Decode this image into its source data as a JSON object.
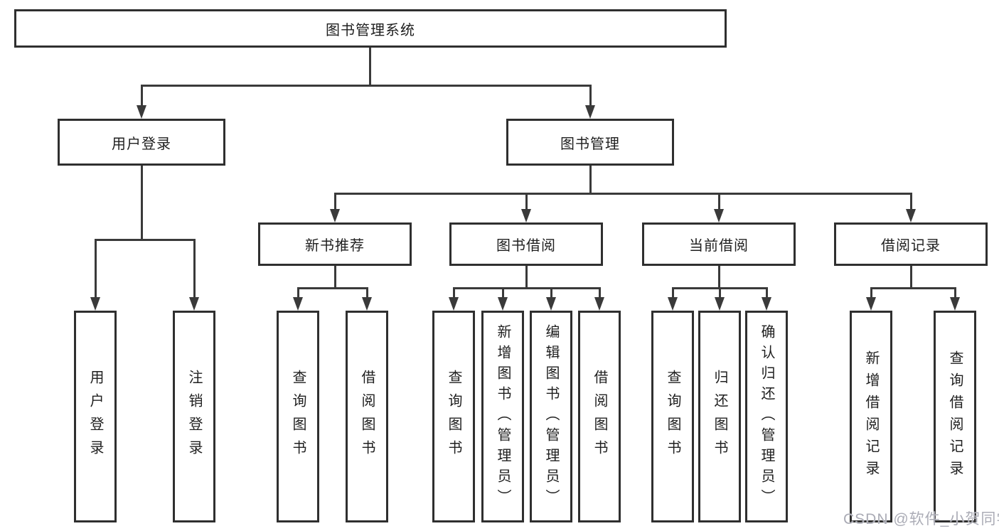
{
  "title": "图书管理系统",
  "watermark": "CSDN @软件_小贺同学",
  "colors": {
    "line": "#3a3a3a",
    "border": "#2f2f2f",
    "text": "#1f1f1f",
    "background": "#ffffff",
    "watermark": "#abacb6"
  },
  "nodes": {
    "root": "图书管理系统",
    "level2": {
      "user_login": "用户登录",
      "book_mgmt": "图书管理"
    },
    "level3": {
      "new_books": "新书推荐",
      "borrowing": "图书借阅",
      "current": "当前借阅",
      "records": "借阅记录"
    },
    "leaves": {
      "user_login": [
        "用户登录",
        "注销登录"
      ],
      "new_books": [
        "查询图书",
        "借阅图书"
      ],
      "borrowing": [
        "查询图书",
        "新增图书（管理员）",
        "编辑图书（管理员）",
        "借阅图书"
      ],
      "current": [
        "查询图书",
        "归还图书",
        "确认归还（管理员）"
      ],
      "records": [
        "新增借阅记录",
        "查询借阅记录"
      ]
    }
  }
}
